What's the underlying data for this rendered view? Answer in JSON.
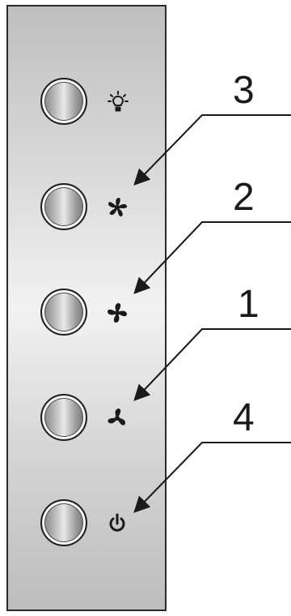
{
  "buttons": [
    {
      "id": "light",
      "icon": "light-bulb-icon"
    },
    {
      "id": "fan-speed-3",
      "icon": "fan-speed-3-icon"
    },
    {
      "id": "fan-speed-2",
      "icon": "fan-speed-2-icon"
    },
    {
      "id": "fan-speed-1",
      "icon": "fan-speed-1-icon"
    },
    {
      "id": "power",
      "icon": "power-icon"
    }
  ],
  "callouts": {
    "speed3": "3",
    "speed2": "2",
    "speed1": "1",
    "power": "4"
  },
  "colors": {
    "stroke": "#1a1a1a",
    "panel": "#d6d6d6"
  }
}
